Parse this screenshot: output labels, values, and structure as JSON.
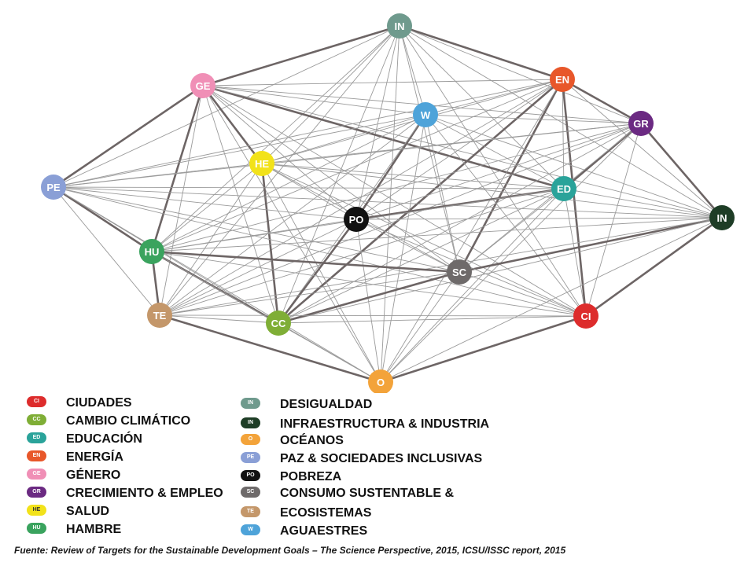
{
  "nodes": [
    {
      "id": "IN1",
      "label": "IN",
      "color": "#6f9a8d"
    },
    {
      "id": "GE",
      "label": "GE",
      "color": "#f08fb6"
    },
    {
      "id": "EN",
      "label": "EN",
      "color": "#e8572a"
    },
    {
      "id": "W",
      "label": "W",
      "color": "#4ea3d9"
    },
    {
      "id": "GR",
      "label": "GR",
      "color": "#6b2a82"
    },
    {
      "id": "HE",
      "label": "HE",
      "color": "#f2e21a"
    },
    {
      "id": "PE",
      "label": "PE",
      "color": "#8a9fd6"
    },
    {
      "id": "ED",
      "label": "ED",
      "color": "#2aa39a"
    },
    {
      "id": "IN2",
      "label": "IN",
      "color": "#1e3d26"
    },
    {
      "id": "PO",
      "label": "PO",
      "color": "#111111"
    },
    {
      "id": "HU",
      "label": "HU",
      "color": "#3aa35e"
    },
    {
      "id": "SC",
      "label": "SC",
      "color": "#6e6a6a"
    },
    {
      "id": "TE",
      "label": "TE",
      "color": "#c4976a"
    },
    {
      "id": "CC",
      "label": "CC",
      "color": "#7fae36"
    },
    {
      "id": "CI",
      "label": "CI",
      "color": "#dd2c2c"
    },
    {
      "id": "O",
      "label": "O",
      "color": "#f3a33a"
    }
  ],
  "legend_left": [
    {
      "code": "CI",
      "text": "CIUDADES",
      "color": "#dd2c2c"
    },
    {
      "code": "CC",
      "text": "CAMBIO CLIMÁTICO",
      "color": "#7fae36"
    },
    {
      "code": "ED",
      "text": "EDUCACIÓN",
      "color": "#2aa39a"
    },
    {
      "code": "EN",
      "text": "ENERGÍA",
      "color": "#e8572a"
    },
    {
      "code": "GE",
      "text": "GÉNERO",
      "color": "#f08fb6"
    },
    {
      "code": "GR",
      "text": "CRECIMIENTO & EMPLEO",
      "color": "#6b2a82"
    },
    {
      "code": "HE",
      "text": "SALUD",
      "color": "#f2e21a",
      "textColor": "#333"
    },
    {
      "code": "HU",
      "text": "HAMBRE",
      "color": "#3aa35e"
    }
  ],
  "legend_right": [
    {
      "code": "IN",
      "text": "DESIGUALDAD",
      "color": "#6f9a8d"
    },
    {
      "code": "IN",
      "text": "INFRAESTRUCTURA & INDUSTRIA",
      "color": "#1e3d26"
    },
    {
      "code": "O",
      "text": "OCÉANOS",
      "color": "#f3a33a"
    },
    {
      "code": "PE",
      "text": "PAZ & SOCIEDADES INCLUSIVAS",
      "color": "#8a9fd6"
    },
    {
      "code": "PO",
      "text": "POBREZA",
      "color": "#111111"
    },
    {
      "code": "SC",
      "text": "CONSUMO SUSTENTABLE &",
      "color": "#6e6a6a"
    },
    {
      "code": "TE",
      "text": "ECOSISTEMAS",
      "color": "#c4976a"
    },
    {
      "code": "W",
      "text": "AGUAESTRES",
      "color": "#4ea3d9"
    }
  ],
  "footer": "Fuente: Review of Targets for the Sustainable Development Goals – The Science Perspective, 2015, ICSU/ISSC report, 2015"
}
